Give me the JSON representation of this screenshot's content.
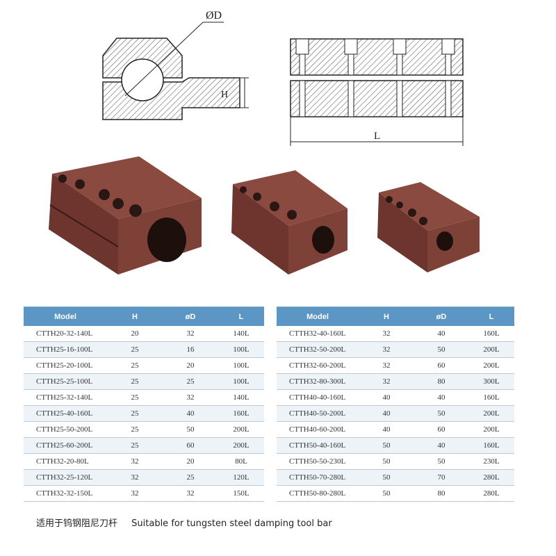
{
  "diagram": {
    "diameter_label": "ØD",
    "height_label": "H",
    "length_label": "L"
  },
  "tables": [
    {
      "headers": [
        "Model",
        "H",
        "øD",
        "L"
      ],
      "rows": [
        [
          "CTTH20-32-140L",
          "20",
          "32",
          "140L"
        ],
        [
          "CTTH25-16-100L",
          "25",
          "16",
          "100L"
        ],
        [
          "CTTH25-20-100L",
          "25",
          "20",
          "100L"
        ],
        [
          "CTTH25-25-100L",
          "25",
          "25",
          "100L"
        ],
        [
          "CTTH25-32-140L",
          "25",
          "32",
          "140L"
        ],
        [
          "CTTH25-40-160L",
          "25",
          "40",
          "160L"
        ],
        [
          "CTTH25-50-200L",
          "25",
          "50",
          "200L"
        ],
        [
          "CTTH25-60-200L",
          "25",
          "60",
          "200L"
        ],
        [
          "CTTH32-20-80L",
          "32",
          "20",
          "80L"
        ],
        [
          "CTTH32-25-120L",
          "32",
          "25",
          "120L"
        ],
        [
          "CTTH32-32-150L",
          "32",
          "32",
          "150L"
        ]
      ]
    },
    {
      "headers": [
        "Model",
        "H",
        "øD",
        "L"
      ],
      "rows": [
        [
          "CTTH32-40-160L",
          "32",
          "40",
          "160L"
        ],
        [
          "CTTH32-50-200L",
          "32",
          "50",
          "200L"
        ],
        [
          "CTTH32-60-200L",
          "32",
          "60",
          "200L"
        ],
        [
          "CTTH32-80-300L",
          "32",
          "80",
          "300L"
        ],
        [
          "CTTH40-40-160L",
          "40",
          "40",
          "160L"
        ],
        [
          "CTTH40-50-200L",
          "40",
          "50",
          "200L"
        ],
        [
          "CTTH40-60-200L",
          "40",
          "60",
          "200L"
        ],
        [
          "CTTH50-40-160L",
          "50",
          "40",
          "160L"
        ],
        [
          "CTTH50-50-230L",
          "50",
          "50",
          "230L"
        ],
        [
          "CTTH50-70-280L",
          "50",
          "70",
          "280L"
        ],
        [
          "CTTH50-80-280L",
          "50",
          "80",
          "280L"
        ]
      ]
    }
  ],
  "caption": {
    "chinese": "适用于钨钢阻尼刀杆",
    "english": "Suitable for tungsten steel damping tool bar"
  },
  "colors": {
    "header_bg": "#5b96c4",
    "body_color": "#7a3b32",
    "row_stripe": "#eef3f8"
  }
}
